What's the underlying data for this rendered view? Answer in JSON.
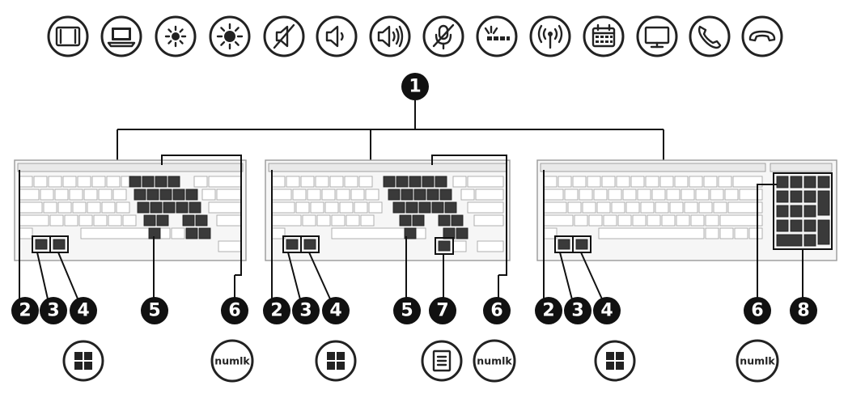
{
  "function_icons": [
    "switch-screen-icon",
    "airplane-laptop-icon",
    "brightness-down-icon",
    "brightness-up-icon",
    "mute-icon",
    "volume-down-icon",
    "volume-up-icon",
    "mic-mute-icon",
    "keyboard-backlight-icon",
    "wireless-icon",
    "calendar-icon",
    "display-icon",
    "call-answer-icon",
    "call-end-icon"
  ],
  "callouts": {
    "one": "1",
    "kb1": [
      "2",
      "3",
      "4",
      "5",
      "6"
    ],
    "kb2": [
      "2",
      "3",
      "4",
      "5",
      "7",
      "6"
    ],
    "kb3": [
      "2",
      "3",
      "4",
      "6",
      "8"
    ]
  },
  "bottom_icons": {
    "numlk_label": "numlk",
    "items": [
      "windows-icon",
      "numlk-icon",
      "windows-icon",
      "menu-icon",
      "numlk-icon",
      "windows-icon",
      "numlk-icon"
    ]
  }
}
